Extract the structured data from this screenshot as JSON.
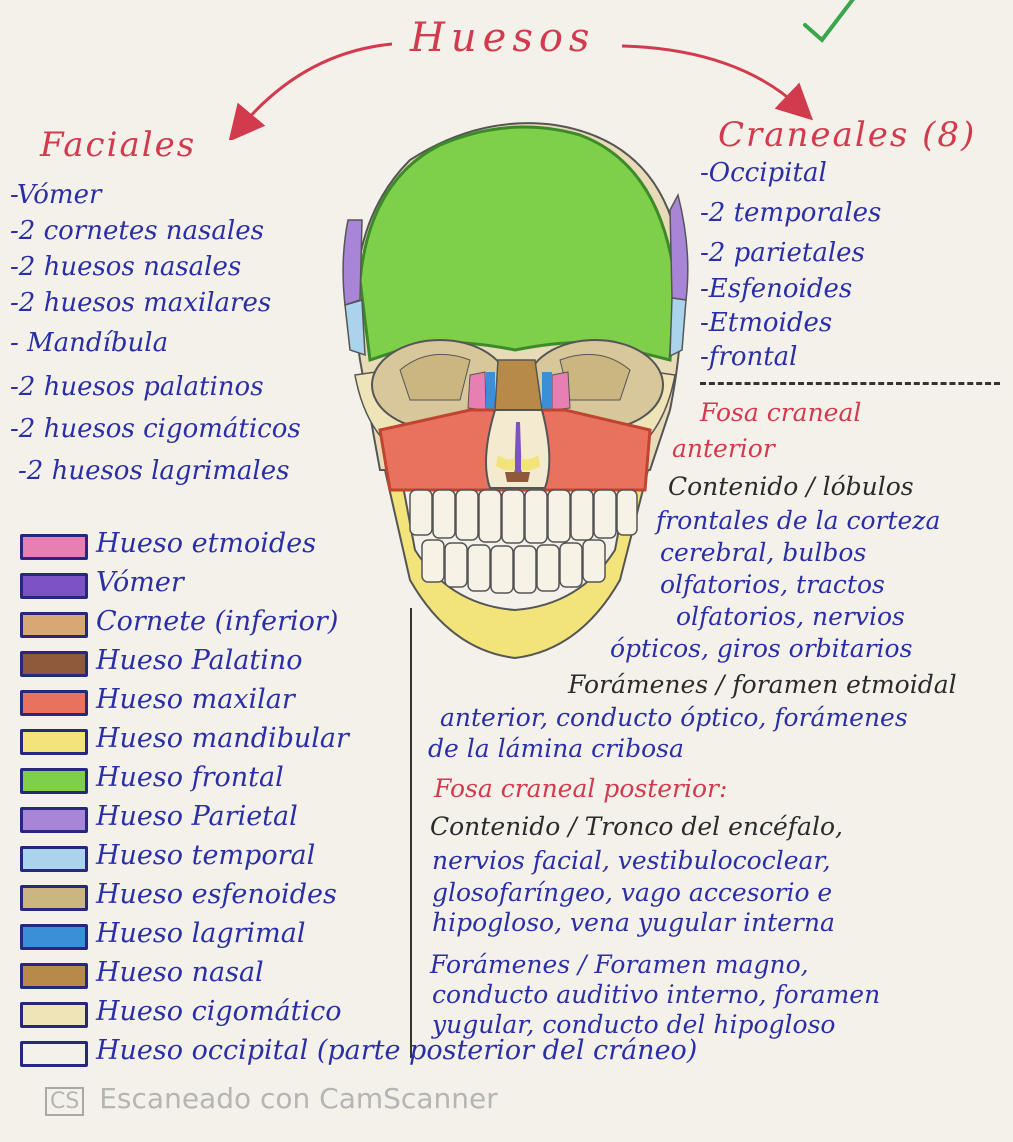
{
  "title": "Huesos",
  "faciales": {
    "heading": "Faciales",
    "items": [
      "-Vómer",
      "-2 cornetes nasales",
      "-2 huesos nasales",
      "-2 huesos maxilares",
      "- Mandíbula",
      "-2 huesos palatinos",
      "-2 huesos cigomáticos",
      "-2 huesos lagrimales"
    ]
  },
  "craneales": {
    "heading": "Craneales (8)",
    "items": [
      "-Occipital",
      "-2 temporales",
      "-2 parietales",
      "-Esfenoides",
      "-Etmoides",
      "-frontal"
    ]
  },
  "fosa_anterior": {
    "heading_line1": "Fosa craneal",
    "heading_line2": "anterior",
    "body": [
      "Contenido / lóbulos",
      "frontales de la corteza",
      "cerebral, bulbos",
      "olfatorios, tractos",
      "olfatorios, nervios",
      "ópticos, giros orbitarios"
    ],
    "foramenes": [
      "Forámenes / foramen etmoidal",
      "anterior, conducto óptico, forámenes",
      "de la lámina cribosa"
    ]
  },
  "fosa_posterior": {
    "heading": "Fosa craneal posterior:",
    "body": [
      "Contenido / Tronco del encéfalo,",
      "nervios facial, vestibulococlear,",
      "glosofaríngeo, vago accesorio e",
      "hipogloso, vena yugular interna"
    ],
    "foramenes": [
      "Forámenes / Foramen magno,",
      "conducto auditivo interno, foramen",
      "yugular, conducto del hipogloso"
    ]
  },
  "legend": [
    {
      "label": "Hueso etmoides",
      "color": "#e87fb2"
    },
    {
      "label": "Vómer",
      "color": "#7d52c2"
    },
    {
      "label": "Cornete (inferior)",
      "color": "#d8a874"
    },
    {
      "label": "Hueso Palatino",
      "color": "#8f5a3c"
    },
    {
      "label": "Hueso maxilar",
      "color": "#e8725e"
    },
    {
      "label": "Hueso mandibular",
      "color": "#f2e37a"
    },
    {
      "label": "Hueso frontal",
      "color": "#7ecf4a"
    },
    {
      "label": "Hueso Parietal",
      "color": "#a985d8"
    },
    {
      "label": "Hueso temporal",
      "color": "#a9d4ec"
    },
    {
      "label": "Hueso esfenoides",
      "color": "#cbb581"
    },
    {
      "label": "Hueso lagrimal",
      "color": "#3a8fd6"
    },
    {
      "label": "Hueso nasal",
      "color": "#b88a4a"
    },
    {
      "label": "Hueso cigomático",
      "color": "#efe4b8"
    },
    {
      "label": "Hueso occipital (parte posterior del cráneo)",
      "color": "#f3f1ea"
    }
  ],
  "watermark": {
    "badge": "CS",
    "text": "Escaneado con CamScanner"
  }
}
